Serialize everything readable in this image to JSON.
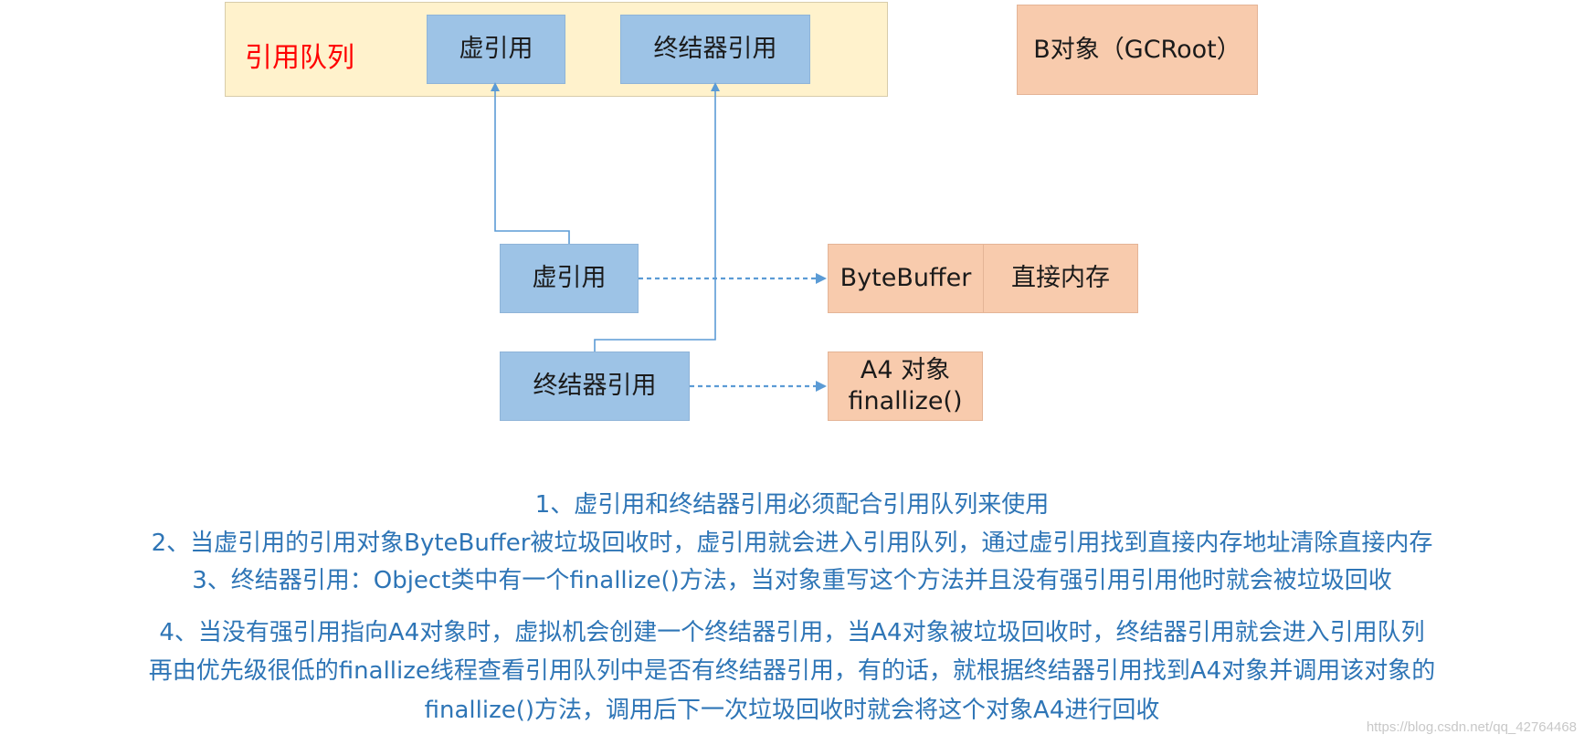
{
  "diagram": {
    "queue": {
      "label": "引用队列",
      "phantom_ref": "虚引用",
      "finalizer_ref": "终结器引用"
    },
    "gc_root": "B对象（GCRoot）",
    "phantom_ref": "虚引用",
    "finalizer_ref": "终结器引用",
    "bytebuffer": "ByteBuffer",
    "direct_memory": "直接内存",
    "a4_object": {
      "line1": "A4 对象",
      "line2": "finallize()"
    }
  },
  "notes": [
    "1、虚引用和终结器引用必须配合引用队列来使用",
    "2、当虚引用的引用对象ByteBuffer被垃圾回收时，虚引用就会进入引用队列，通过虚引用找到直接内存地址清除直接内存",
    "3、终结器引用：Object类中有一个finallize()方法，当对象重写这个方法并且没有强引用引用他时就会被垃圾回收",
    "4、当没有强引用指向A4对象时，虚拟机会创建一个终结器引用，当A4对象被垃圾回收时，终结器引用就会进入引用队列",
    "再由优先级很低的finallize线程查看引用队列中是否有终结器引用，有的话，就根据终结器引用找到A4对象并调用该对象的",
    "finallize()方法，调用后下一次垃圾回收时就会将这个对象A4进行回收"
  ],
  "watermark": "https://blog.csdn.net/qq_42764468",
  "colors": {
    "queue_bg": "#fff2cc",
    "ref_box": "#9dc3e6",
    "object_box": "#f8cbad",
    "queue_label": "#ff0000",
    "note_text": "#2e75b6",
    "connector": "#5b9bd5"
  }
}
